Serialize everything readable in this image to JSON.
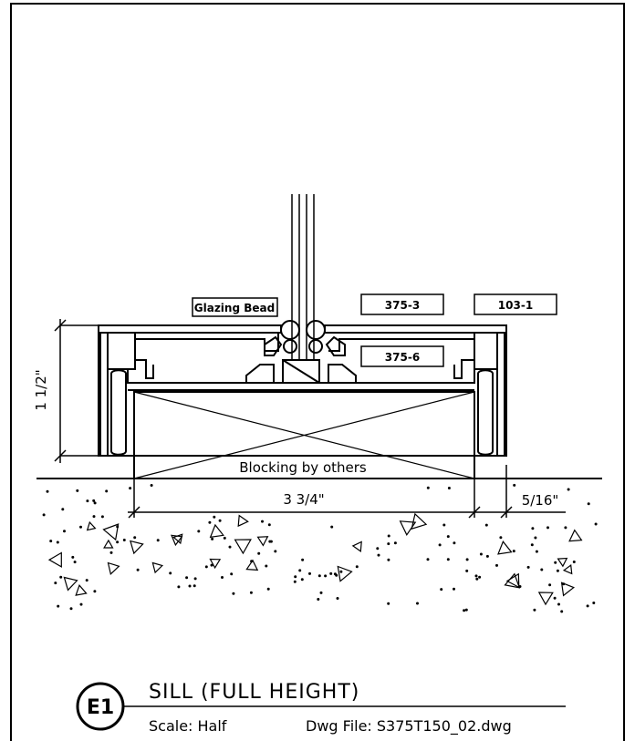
{
  "callouts": {
    "glazing_bead": "Glazing Bead",
    "part_a": "375-3",
    "part_b": "375-6",
    "part_c": "103-1",
    "blocking": "Blocking by others"
  },
  "dimensions": {
    "height": "1 1/2\"",
    "width": "3 3/4\"",
    "offset": "5/16\""
  },
  "title_block": {
    "detail_id": "E1",
    "title": "SILL (FULL HEIGHT)",
    "scale": "Scale: Half",
    "dwg_file": "Dwg File: S375T150_02.dwg"
  }
}
